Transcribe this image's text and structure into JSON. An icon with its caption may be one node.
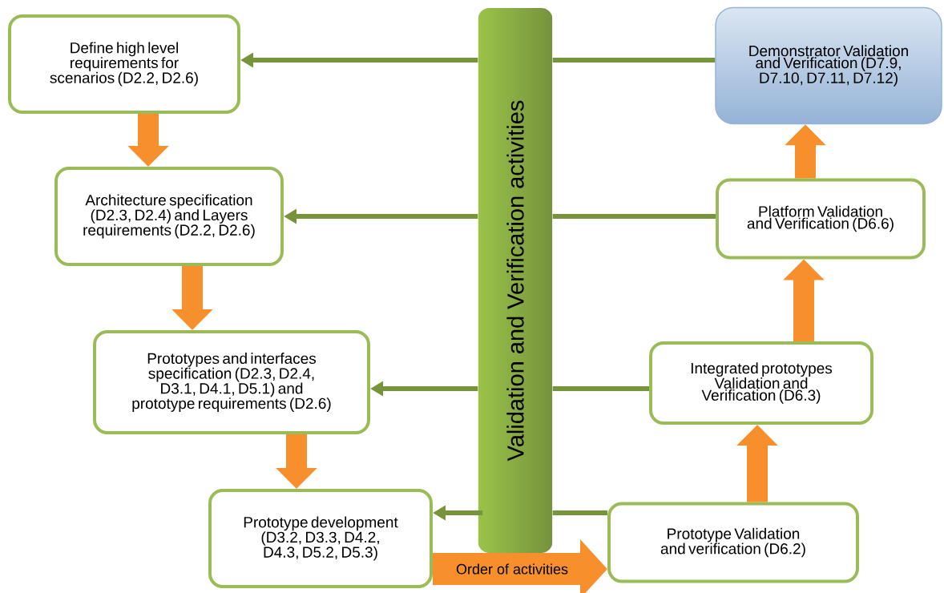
{
  "diagram": {
    "nodes": [
      {
        "text": [
          "Define high level requirements for scenarios (D2.2, D2.6)"
        ]
      },
      {
        "text": [
          "Architecture specification (D2.3, D2.4) and Layers requirements (D2.2, D2.6)"
        ]
      },
      {
        "text": [
          "Prototypes and interfaces specification (D2.3, D2.4, D3.1, D4.1, D5.1) and prototype requirements (D2.6)"
        ]
      },
      {
        "text": [
          "Prototype development (D3.2, D3.3, D4.2, D4.3, D5.2, D5.3)"
        ]
      },
      {
        "text": [
          "Prototype Validation and verification (D6.2)"
        ]
      },
      {
        "text": [
          "Integrated prototypes Validation and Verification (D6.3)"
        ]
      },
      {
        "text": [
          "Platform Validation and Verification (D6.6)"
        ]
      },
      {
        "text": [
          "Demonstrator Validation and Verification (D7.9, D7.10, D7.11, D7.12)"
        ]
      },
      {
        "text": [
          "Validation and Verification activities"
        ]
      }
    ],
    "edges": [
      {
        "from": 0,
        "to": 1,
        "arrow": "to",
        "style": "thick",
        "color": "#f7902c"
      },
      {
        "from": 1,
        "to": 2,
        "arrow": "to",
        "style": "thick",
        "color": "#f7902c"
      },
      {
        "from": 2,
        "to": 3,
        "arrow": "to",
        "style": "thick",
        "color": "#f7902c"
      },
      {
        "from": 3,
        "to": 4,
        "arrow": "to",
        "style": "thick",
        "color": "#f7902c",
        "label": "Order of activities"
      },
      {
        "from": 4,
        "to": 5,
        "arrow": "to",
        "style": "thick",
        "color": "#f7902c"
      },
      {
        "from": 5,
        "to": 6,
        "arrow": "to",
        "style": "thick",
        "color": "#f7902c"
      },
      {
        "from": 6,
        "to": 7,
        "arrow": "to",
        "style": "thick",
        "color": "#f7902c"
      },
      {
        "from": 7,
        "to": 8,
        "arrow": "none",
        "color": "#77933c"
      },
      {
        "from": 8,
        "to": 0,
        "arrow": "to",
        "color": "#77933c"
      },
      {
        "from": 6,
        "to": 8,
        "arrow": "none",
        "color": "#77933c"
      },
      {
        "from": 8,
        "to": 1,
        "arrow": "to",
        "color": "#77933c"
      },
      {
        "from": 5,
        "to": 8,
        "arrow": "none",
        "color": "#77933c"
      },
      {
        "from": 8,
        "to": 2,
        "arrow": "to",
        "color": "#77933c"
      },
      {
        "from": 4,
        "to": 8,
        "arrow": "none",
        "color": "#77933c"
      },
      {
        "from": 8,
        "to": 3,
        "arrow": "to",
        "color": "#77933c"
      }
    ]
  }
}
